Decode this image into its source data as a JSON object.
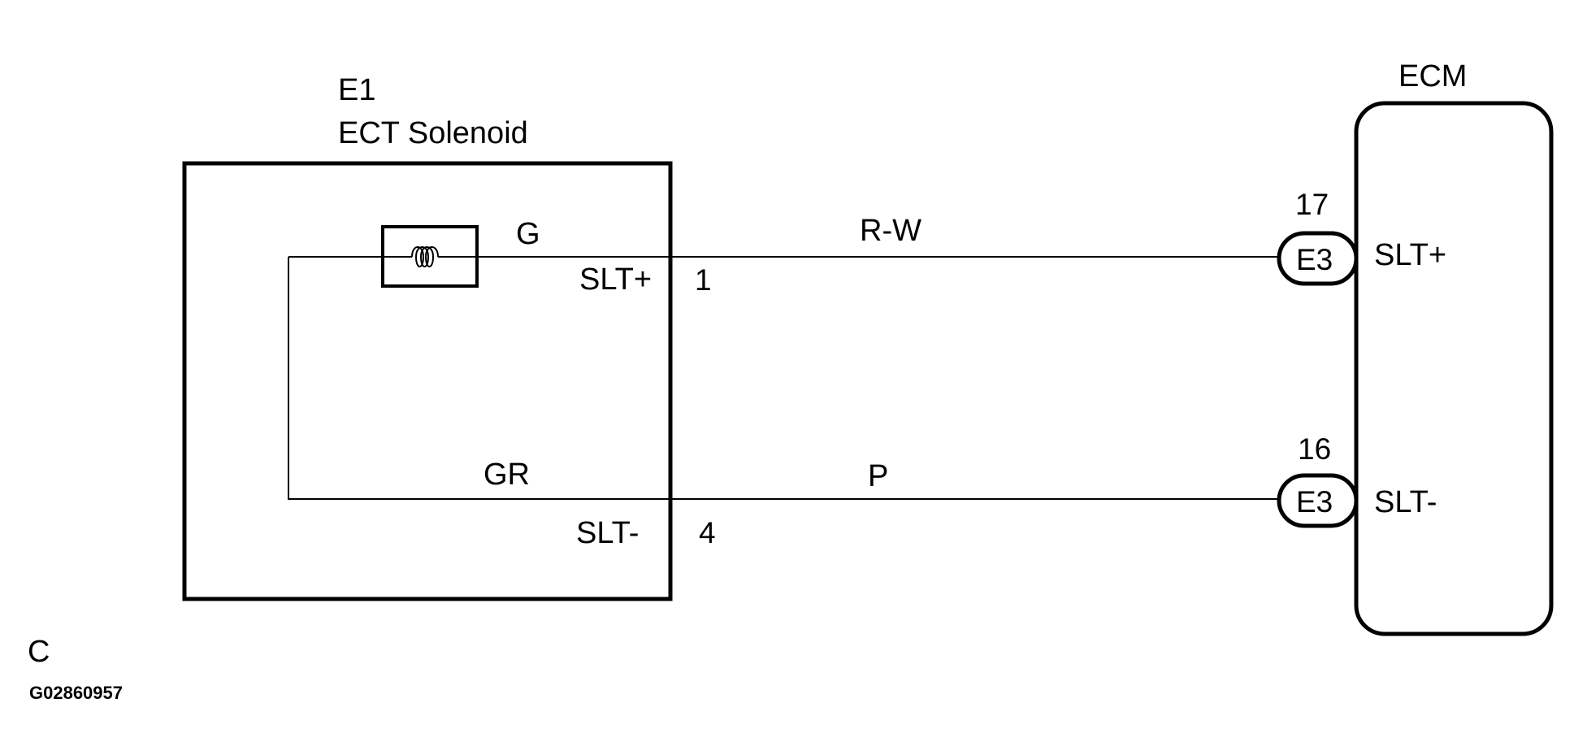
{
  "component": {
    "connector_id": "E1",
    "name": "ECT Solenoid",
    "terminal_plus_label": "SLT+",
    "terminal_minus_label": "SLT-",
    "terminal_plus_pin": "1",
    "terminal_minus_pin": "4",
    "coil_symbol": "coil-icon"
  },
  "wires": {
    "internal_plus_color": "G",
    "internal_minus_color": "GR",
    "plus_wire_color": "R-W",
    "minus_wire_color": "P"
  },
  "ecm": {
    "label": "ECM",
    "connector_plus": "E3",
    "connector_minus": "E3",
    "pin_plus": "17",
    "pin_minus": "16",
    "terminal_plus_label": "SLT+",
    "terminal_minus_label": "SLT-"
  },
  "footer": {
    "code": "C",
    "figure_id": "G02860957"
  },
  "colors": {
    "line": "#000000",
    "background": "#ffffff"
  }
}
